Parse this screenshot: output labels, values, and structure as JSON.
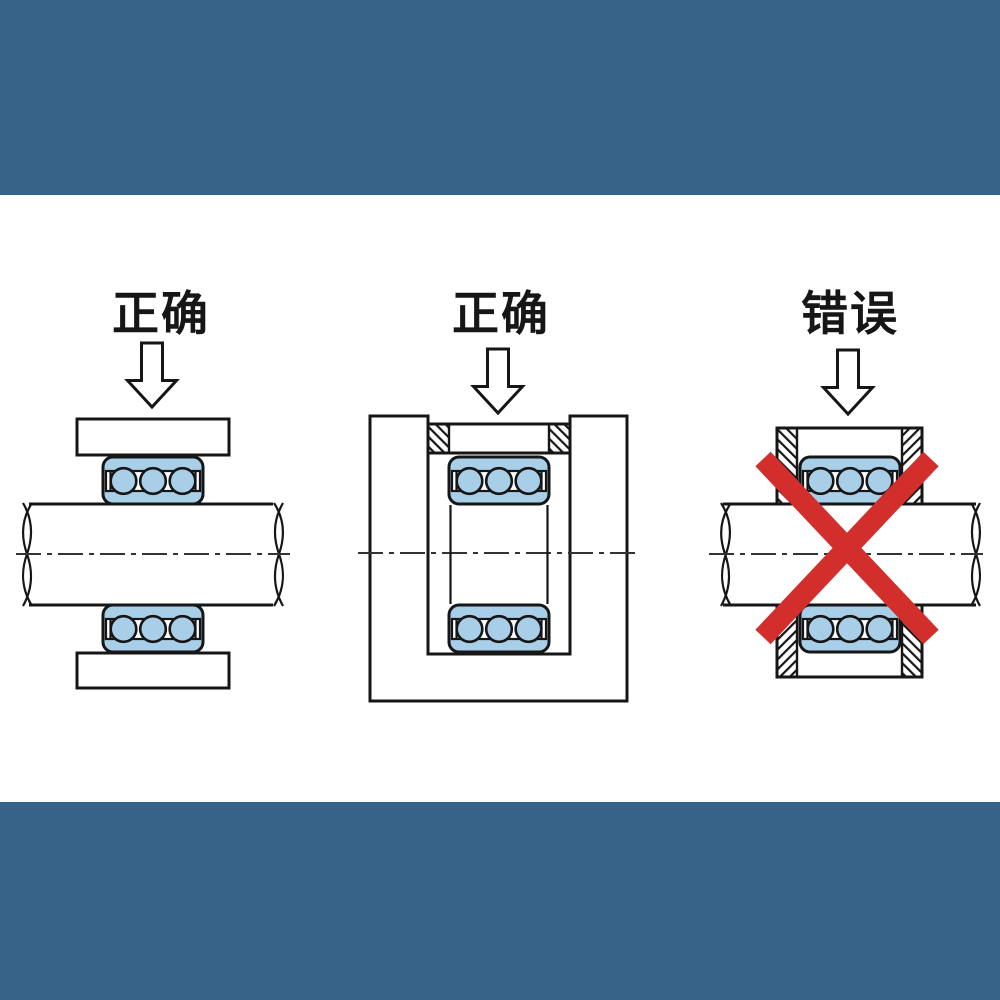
{
  "canvas": {
    "background": "#ffffff",
    "border_band_color": "#386389"
  },
  "colors": {
    "bearing_blue": "#A8CEE8",
    "line_black": "#161616",
    "cross_red": "#D22E2C",
    "centerline_gray": "#333333"
  },
  "panels": [
    {
      "label": "正确",
      "meaning": "correct",
      "arrow_icon": "down-arrow-icon"
    },
    {
      "label": "正确",
      "meaning": "correct",
      "arrow_icon": "down-arrow-icon"
    },
    {
      "label": "错误",
      "meaning": "wrong",
      "arrow_icon": "down-arrow-icon",
      "overlay_icon": "red-cross-icon"
    }
  ]
}
